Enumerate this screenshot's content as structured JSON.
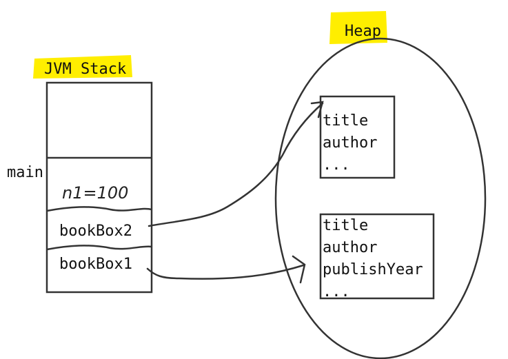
{
  "stack": {
    "title": "JVM Stack",
    "frame_label": "main",
    "handwritten_var": "n1=100",
    "vars": [
      "bookBox2",
      "bookBox1"
    ]
  },
  "heap": {
    "title": "Heap",
    "objects": [
      {
        "fields": [
          "title",
          "author",
          "..."
        ]
      },
      {
        "fields": [
          "title",
          "author",
          "publishYear",
          "..."
        ]
      }
    ]
  },
  "colors": {
    "highlight": "#ffee00",
    "stroke": "#333333"
  }
}
